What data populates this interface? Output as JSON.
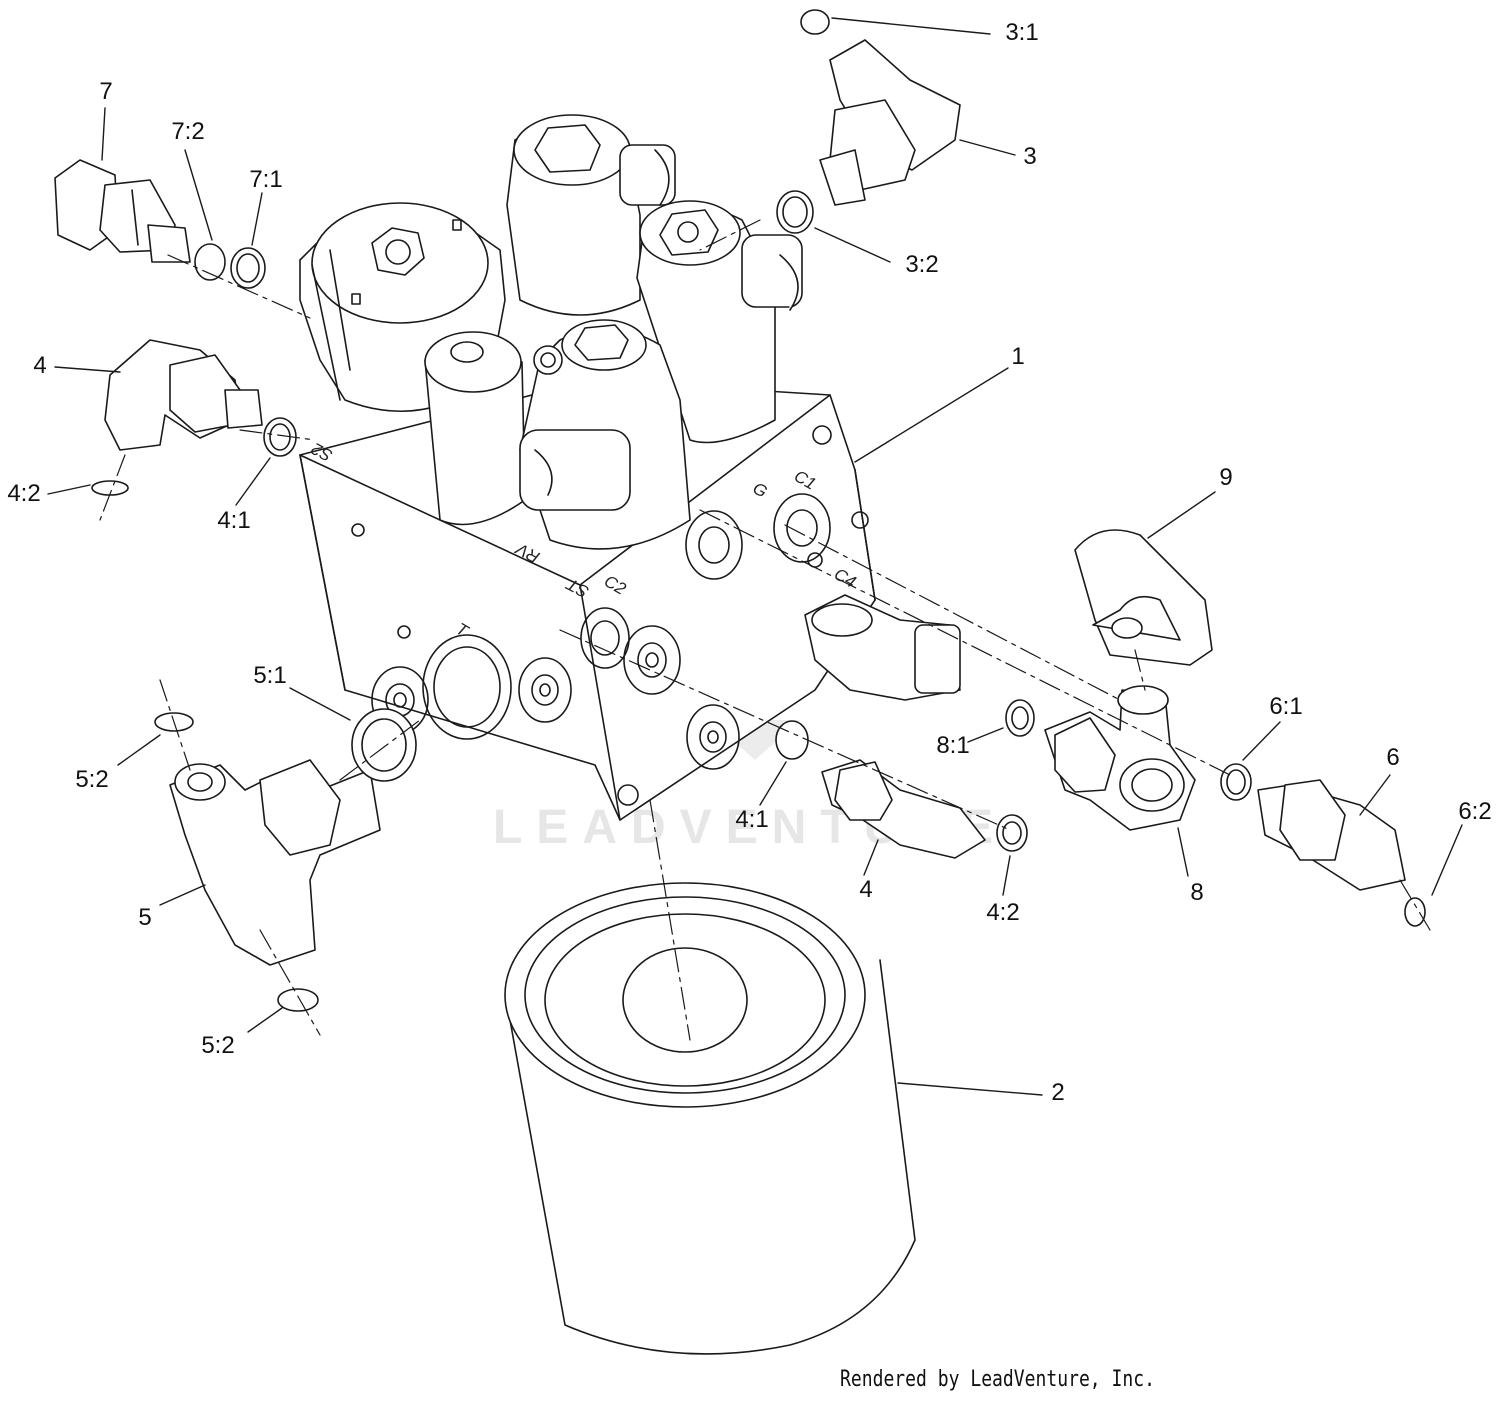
{
  "diagram": {
    "callouts": [
      {
        "id": "c-3-1",
        "text": "3:1"
      },
      {
        "id": "c-3",
        "text": "3"
      },
      {
        "id": "c-3-2",
        "text": "3:2"
      },
      {
        "id": "c-7",
        "text": "7"
      },
      {
        "id": "c-7-2",
        "text": "7:2"
      },
      {
        "id": "c-7-1",
        "text": "7:1"
      },
      {
        "id": "c-4-top",
        "text": "4"
      },
      {
        "id": "c-4-2-left",
        "text": "4:2"
      },
      {
        "id": "c-4-1-top",
        "text": "4:1"
      },
      {
        "id": "c-1",
        "text": "1"
      },
      {
        "id": "c-9",
        "text": "9"
      },
      {
        "id": "c-5-1",
        "text": "5:1"
      },
      {
        "id": "c-5-2-top",
        "text": "5:2"
      },
      {
        "id": "c-5",
        "text": "5"
      },
      {
        "id": "c-5-2-bottom",
        "text": "5:2"
      },
      {
        "id": "c-8-1",
        "text": "8:1"
      },
      {
        "id": "c-4-1-bottom",
        "text": "4:1"
      },
      {
        "id": "c-4-bottom",
        "text": "4"
      },
      {
        "id": "c-4-2-bottom",
        "text": "4:2"
      },
      {
        "id": "c-8",
        "text": "8"
      },
      {
        "id": "c-6-1",
        "text": "6:1"
      },
      {
        "id": "c-6",
        "text": "6"
      },
      {
        "id": "c-6-2",
        "text": "6:2"
      },
      {
        "id": "c-2",
        "text": "2"
      }
    ],
    "port_markings": {
      "s2": "S2",
      "rv": "RV",
      "st": "ST",
      "c2": "C2",
      "g": "G",
      "c1": "C1",
      "c4": "C4",
      "t": "T"
    },
    "credit": "Rendered by LeadVenture, Inc.",
    "watermark": "LEADVENTURE"
  },
  "colors": {
    "line": "#1a1a1a",
    "watermark": "#e6e6e6"
  }
}
